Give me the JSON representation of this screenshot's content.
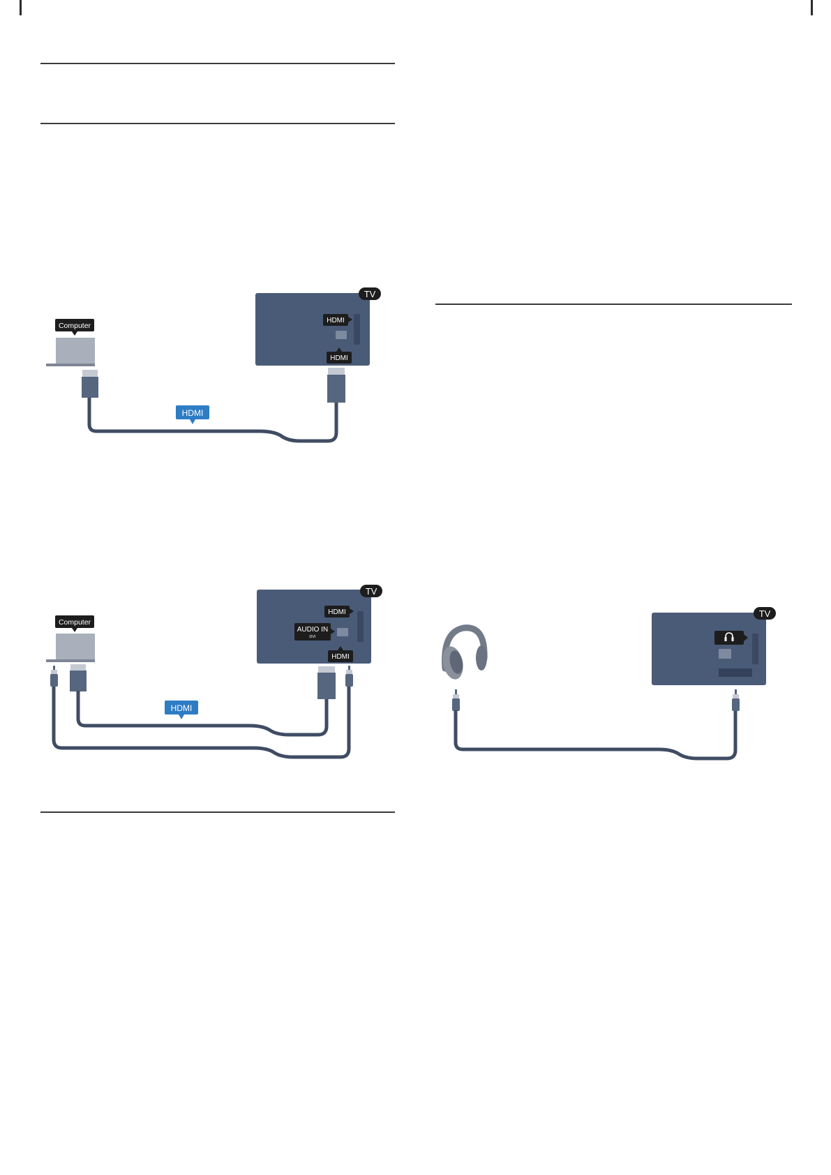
{
  "colors": {
    "tv_body": "#4a5b78",
    "cable": "#3f4c63",
    "plug": "#56667f",
    "plug_light": "#c4c9d2",
    "label_dark": "#1d1d1d",
    "label_blue": "#2d7cc4",
    "laptop": "#a9b0bb",
    "headphone": "#737b89"
  },
  "diagram_hdmi": {
    "computer_label": "Computer",
    "tv_badge": "TV",
    "tv_port_label": "HDMI",
    "tv_plug_label": "HDMI",
    "cable_label": "HDMI"
  },
  "diagram_hdmi_audio": {
    "computer_label": "Computer",
    "tv_badge": "TV",
    "tv_port_label": "HDMI",
    "audio_in_label": "AUDIO IN",
    "audio_in_sub": "DVI",
    "tv_plug_label": "HDMI",
    "cable_label": "HDMI"
  },
  "diagram_headphones": {
    "tv_badge": "TV",
    "port_icon": "headphone-icon"
  }
}
